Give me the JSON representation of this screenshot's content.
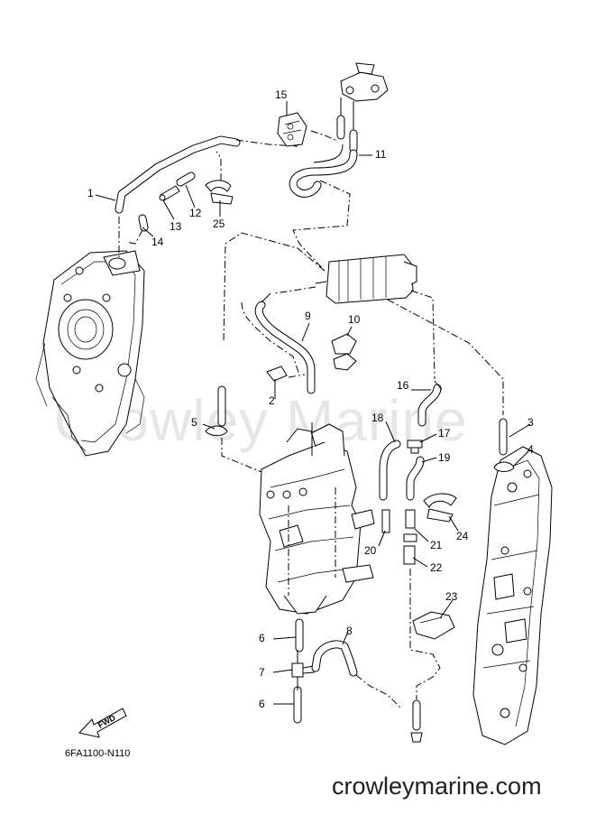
{
  "watermark": "Crowley Marine",
  "diagram_code": "6FA1100-N110",
  "brand_text": "crowleymarine.com",
  "fwd_label": "FWD",
  "callouts": {
    "c1": "1",
    "c2": "2",
    "c3": "3",
    "c4": "4",
    "c5": "5",
    "c6a": "6",
    "c6b": "6",
    "c7": "7",
    "c8": "8",
    "c9": "9",
    "c10": "10",
    "c11": "11",
    "c12": "12",
    "c13": "13",
    "c14": "14",
    "c15": "15",
    "c16": "16",
    "c17": "17",
    "c18": "18",
    "c19": "19",
    "c20": "20",
    "c21": "21",
    "c22": "22",
    "c23": "23",
    "c24": "24",
    "c25": "25"
  }
}
